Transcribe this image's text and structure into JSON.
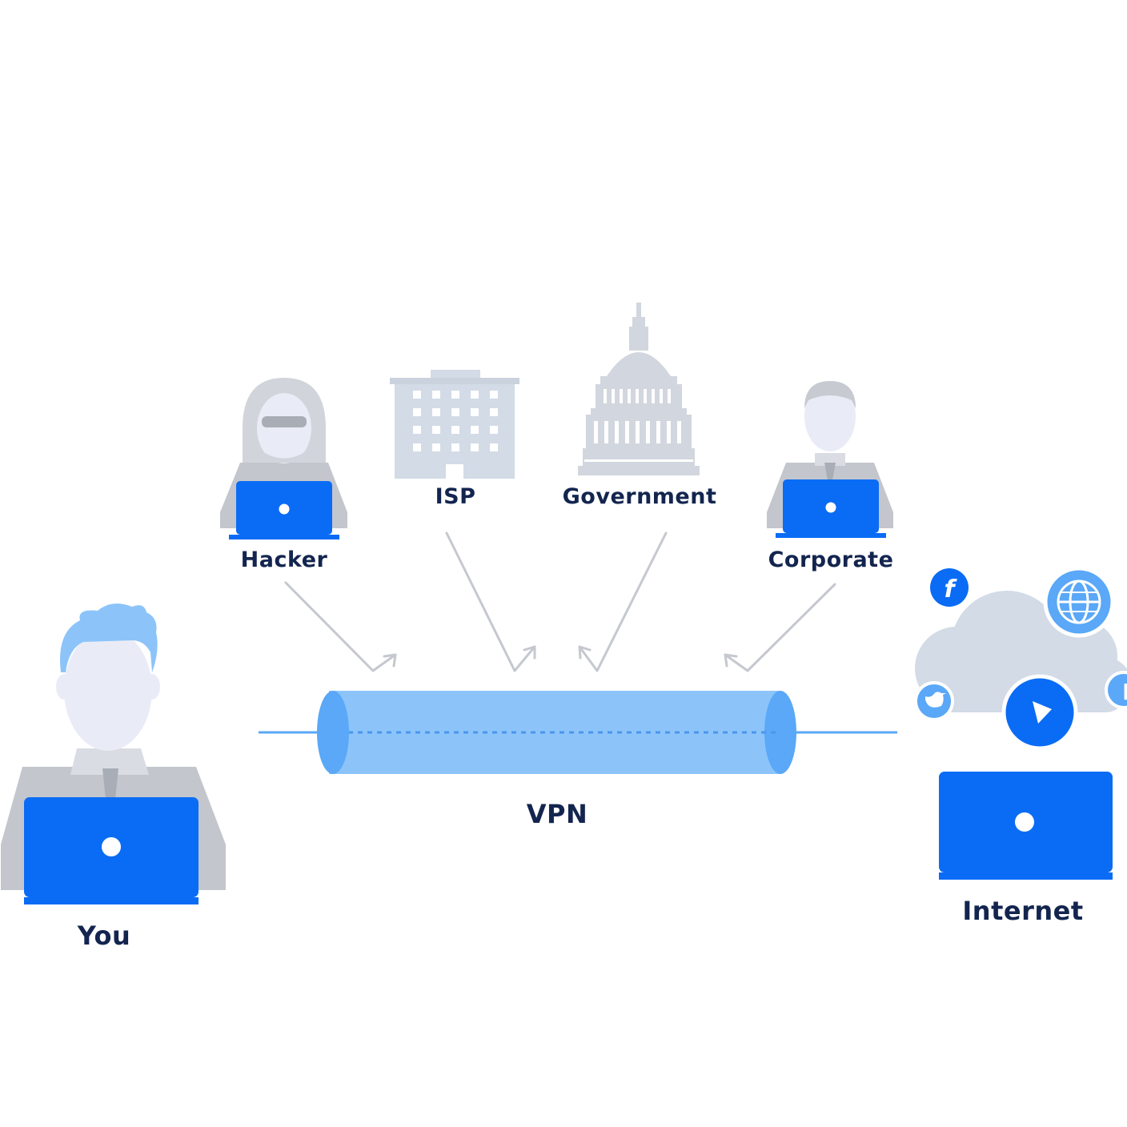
{
  "labels": {
    "hacker": "Hacker",
    "isp": "ISP",
    "government": "Government",
    "corporate": "Corporate",
    "you": "You",
    "vpn": "VPN",
    "internet": "Internet"
  },
  "icons": {
    "facebook": "f",
    "cloud_partial": "M"
  },
  "colors": {
    "text": "#13254f",
    "laptop": "#0a6cf5",
    "tunnel": "#8cc4fa",
    "tunnel_edge": "#5aa8f7",
    "gray_figure": "#b9bec7",
    "skin": "#e9ecf6",
    "arrow": "#c5c8cf",
    "cloud": "#d2dbe6"
  }
}
